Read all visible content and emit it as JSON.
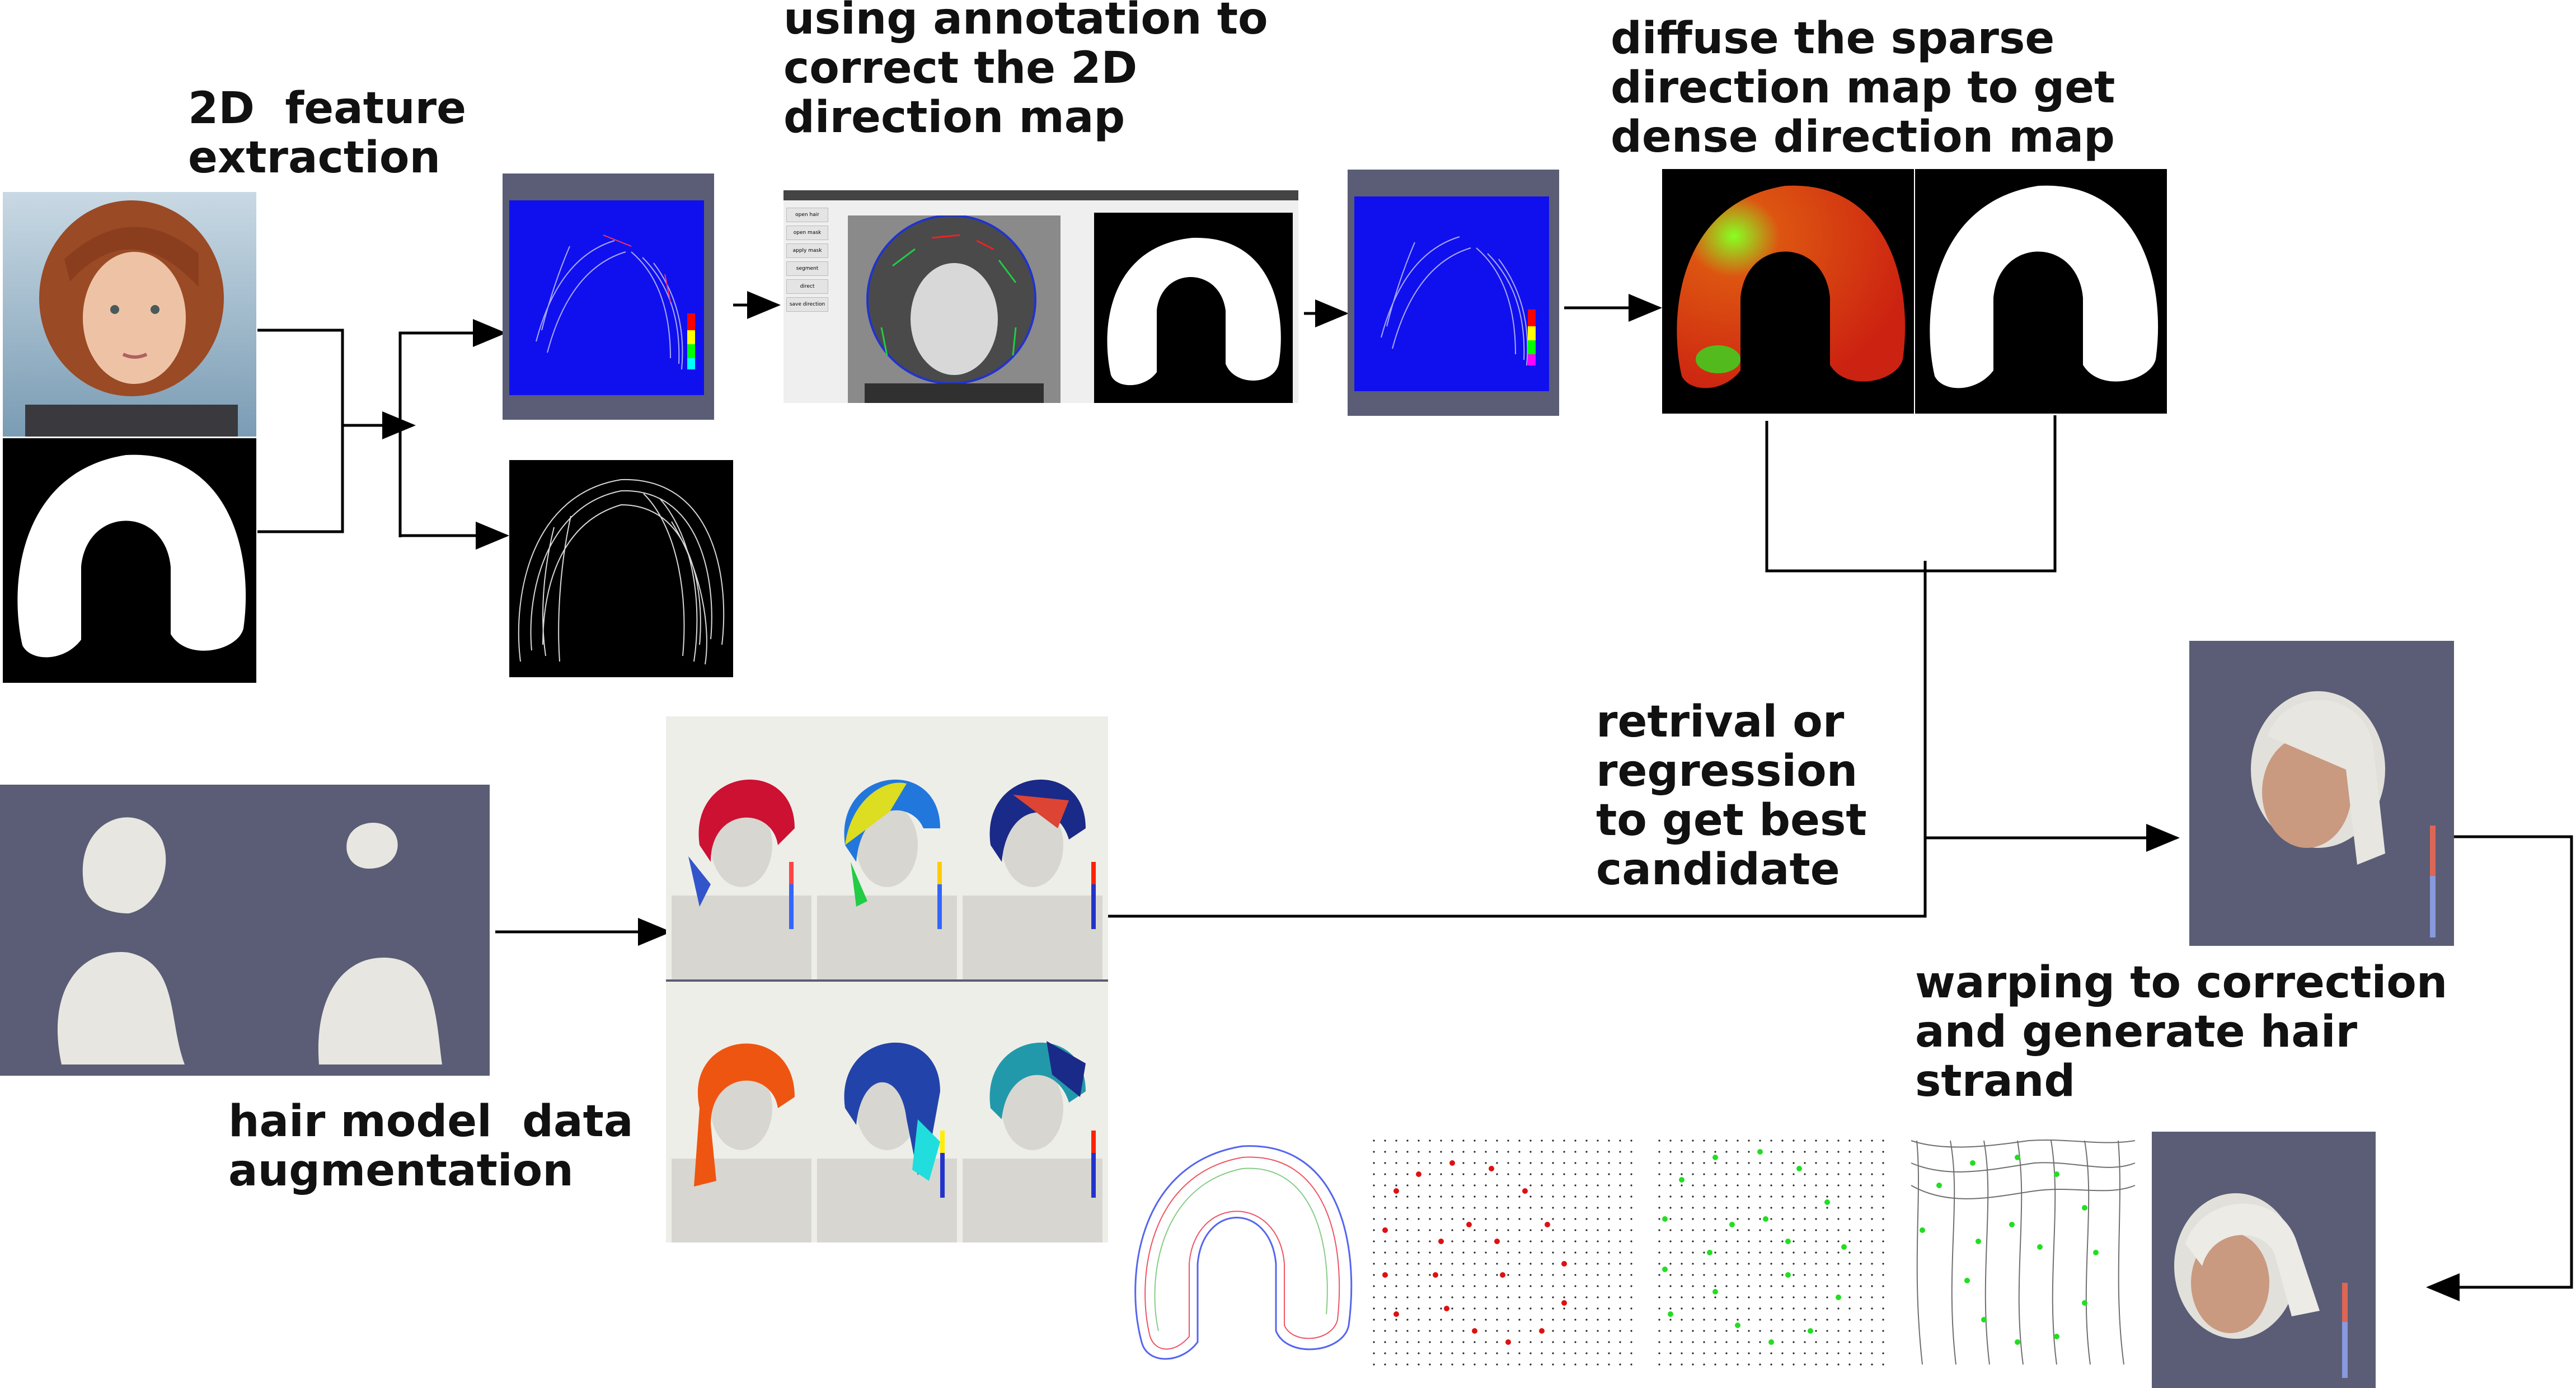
{
  "labels": {
    "feature_extraction": "2D  feature\nextraction",
    "annotation": "using annotation to\ncorrect the 2D\ndirection map",
    "diffuse": "diffuse the sparse\ndirection map to get\ndense direction map",
    "retrieval": "retrival or\nregression\nto get best\ncandidate",
    "warping": "warping to correction\nand generate hair\nstrand",
    "augmentation": "hair model  data\naugmentation"
  },
  "annotation_tool": {
    "buttons": [
      "open hair",
      "open mask",
      "apply mask",
      "segment",
      "direct",
      "save direction"
    ]
  },
  "colors": {
    "render_background": "#5a5d75",
    "direction_map_blue": "#1010ee",
    "mask_black": "#000000",
    "arrow": "#000000"
  },
  "colorbar": [
    "#ff0000",
    "#ffff00",
    "#00ff00",
    "#00ffff",
    "#0000ff",
    "#ff00ff"
  ]
}
